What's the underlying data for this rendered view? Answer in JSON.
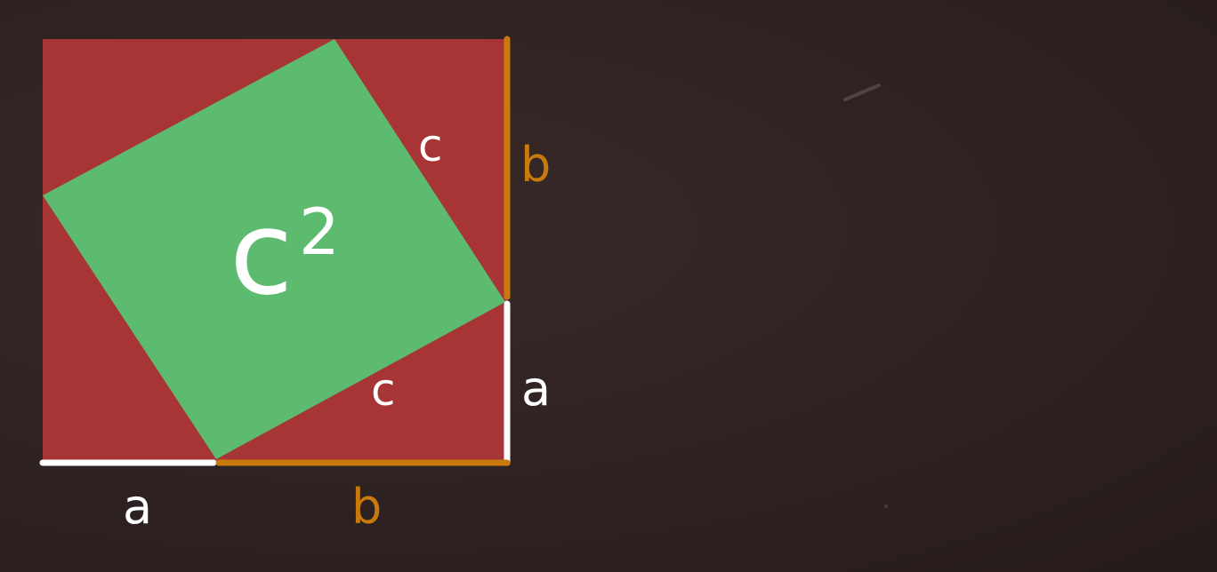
{
  "labels": {
    "center": "c",
    "exponent": "2",
    "hyp_upper": "c",
    "hyp_lower": "c",
    "right_upper": "b",
    "right_lower": "a",
    "bottom_left": "a",
    "bottom_right": "b"
  },
  "colors": {
    "background": "#2e2020",
    "triangle": "#a83535",
    "square": "#5cbb6e",
    "white": "#ffffff",
    "orange": "#c87a0c"
  }
}
